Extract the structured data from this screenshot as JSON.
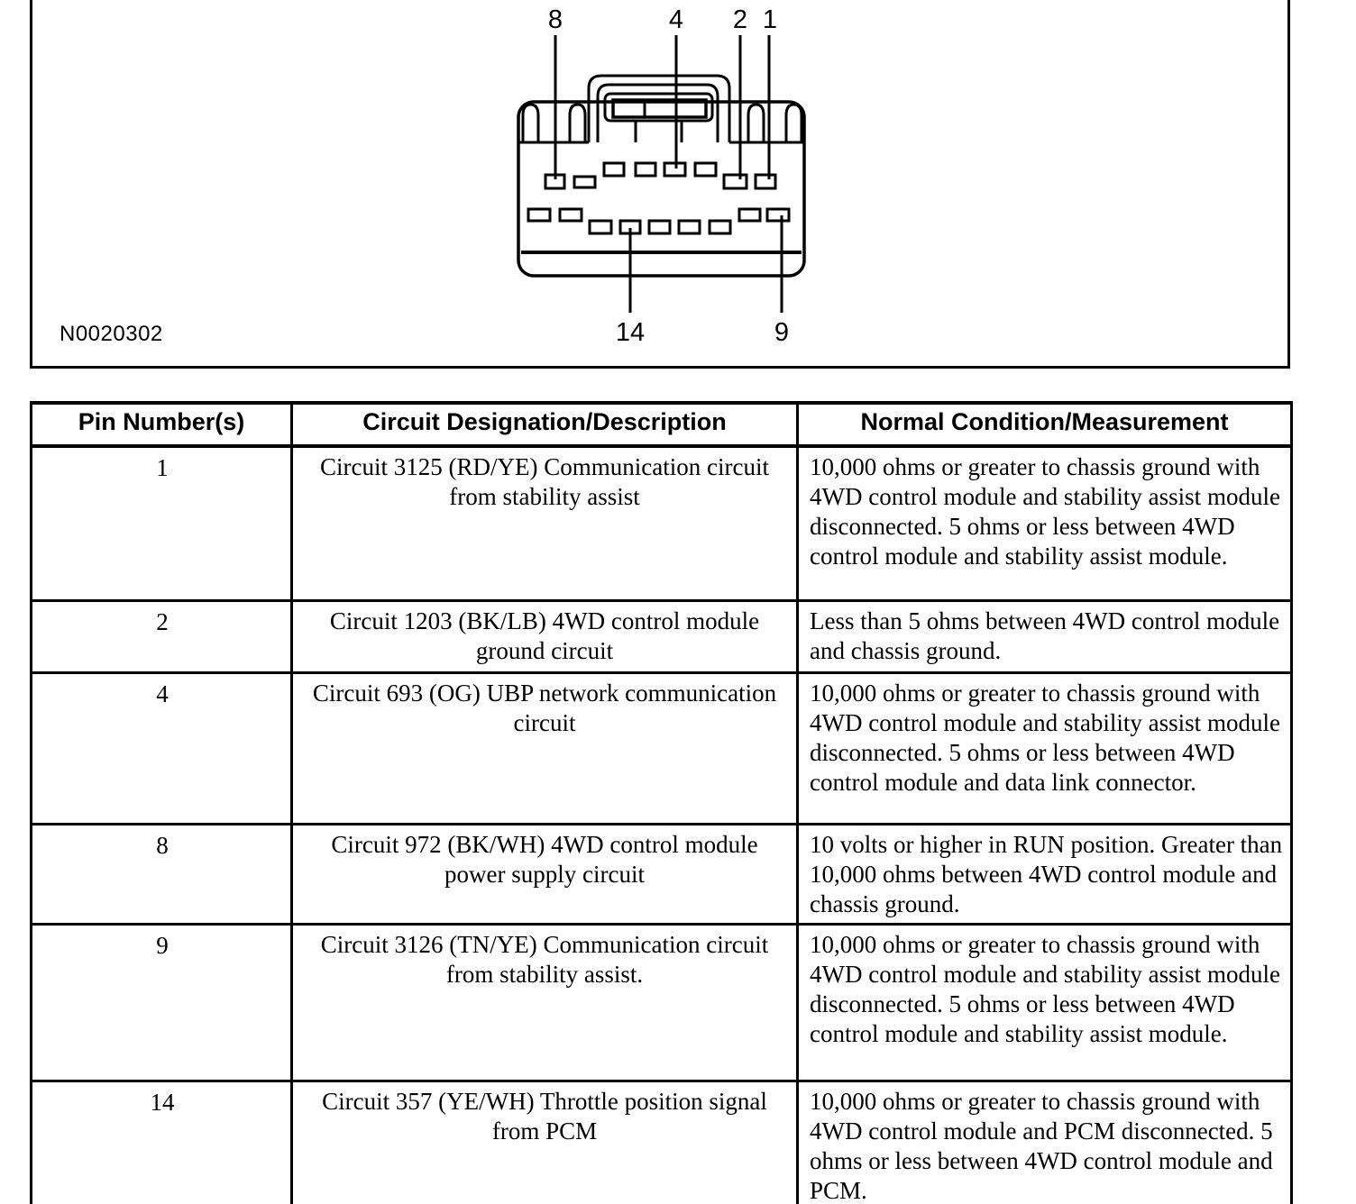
{
  "figure": {
    "id_label": "N0020302",
    "callouts_top": [
      "8",
      "4",
      "2",
      "1"
    ],
    "callouts_bottom": [
      "14",
      "9"
    ]
  },
  "table": {
    "headers": {
      "pin": "Pin Number(s)",
      "circuit": "Circuit Designation/Description",
      "condition": "Normal Condition/Measurement"
    },
    "rows": [
      {
        "pin": "1",
        "circuit": "Circuit 3125 (RD/YE) Communication circuit from stability assist",
        "condition": "10,000 ohms or greater to chassis ground with 4WD control module and stability assist module disconnected. 5 ohms or less between 4WD control module and stability assist module."
      },
      {
        "pin": "2",
        "circuit": "Circuit 1203 (BK/LB) 4WD control module ground circuit",
        "condition": "Less than 5 ohms between 4WD control module and chassis ground."
      },
      {
        "pin": "4",
        "circuit": "Circuit 693 (OG) UBP network communication circuit",
        "condition": "10,000 ohms or greater to chassis ground with 4WD control module and stability assist module disconnected. 5 ohms or less between 4WD control module and data link connector."
      },
      {
        "pin": "8",
        "circuit": "Circuit 972 (BK/WH) 4WD control module power supply circuit",
        "condition": "10 volts or higher in RUN position. Greater than 10,000 ohms between 4WD control module and chassis ground."
      },
      {
        "pin": "9",
        "circuit": "Circuit 3126 (TN/YE) Communication circuit from stability assist.",
        "condition": "10,000 ohms or greater to chassis ground with 4WD control module and stability assist module disconnected. 5 ohms or less between 4WD control module and stability assist module."
      },
      {
        "pin": "14",
        "circuit": "Circuit 357 (YE/WH) Throttle position signal from PCM",
        "condition": "10,000 ohms or greater to chassis ground with 4WD control module and PCM disconnected. 5 ohms or less between 4WD control module and PCM."
      }
    ]
  },
  "colors": {
    "ink": "#000000",
    "paper": "#ffffff"
  }
}
